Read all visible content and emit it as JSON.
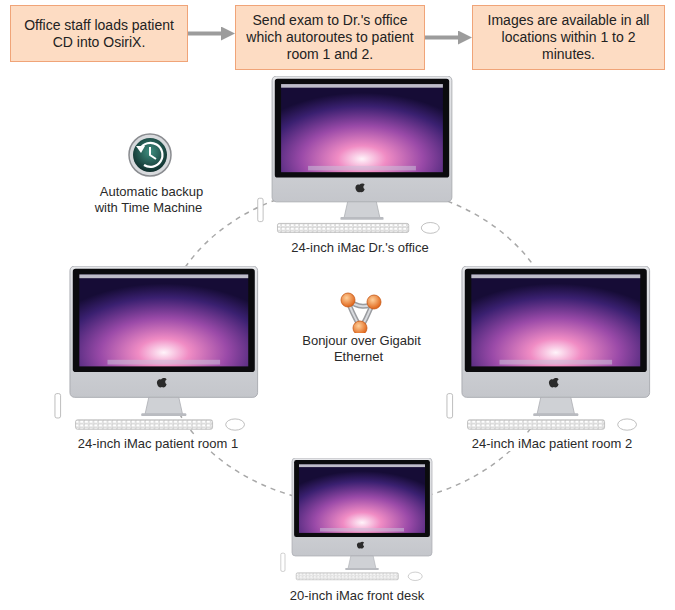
{
  "diagram": {
    "nodes": [
      {
        "text": [
          "Office staff loads patient CD into OsiriX."
        ]
      },
      {
        "text": [
          "Send exam to Dr.'s office which autoroutes to patient room 1 and 2."
        ]
      },
      {
        "text": [
          "Images are available in all locations within 1 to 2 minutes."
        ]
      }
    ],
    "edges": [
      {
        "from": 0,
        "to": 1,
        "arrow": "to"
      },
      {
        "from": 1,
        "to": 2,
        "arrow": "to"
      }
    ],
    "labels": [
      "Automatic backup with Time Machine",
      "24-inch iMac Dr.'s office",
      "Bonjour over Gigabit Ethernet",
      "24-inch iMac patient room 1",
      "24-inch iMac patient room 2",
      "20-inch iMac front desk"
    ]
  }
}
